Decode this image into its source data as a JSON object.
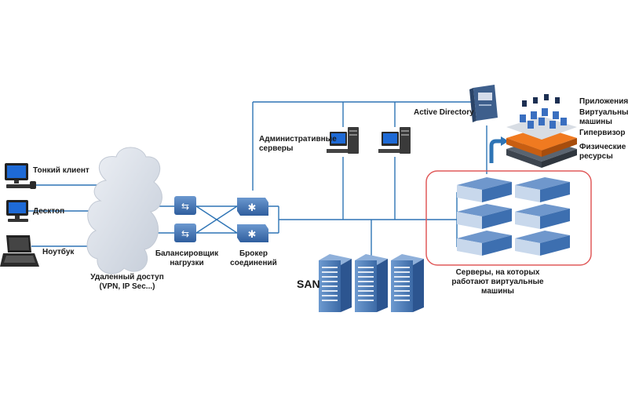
{
  "clients": {
    "thin_client": "Тонкий клиент",
    "desktop": "Десктоп",
    "laptop": "Ноутбук"
  },
  "remote_access": {
    "line1": "Удаленный доступ",
    "line2": "(VPN, IP Sec...)"
  },
  "load_balancer": {
    "line1": "Балансировщик",
    "line2": "нагрузки"
  },
  "broker": {
    "line1": "Брокер",
    "line2": "соединений"
  },
  "admin_servers": {
    "line1": "Административные",
    "line2": "серверы"
  },
  "active_directory": "Active Directory",
  "san": "SAN",
  "vm_servers": {
    "line1": "Серверы, на которых",
    "line2": "работают виртуальные",
    "line3": "машины"
  },
  "hypervisor_stack": {
    "apps": "Приложения",
    "vms_line1": "Виртуальные",
    "vms_line2": "машины",
    "hypervisor": "Гипервизор",
    "phys_line1": "Физические",
    "phys_line2": "ресурсы"
  },
  "colors": {
    "line": "#2e74b5",
    "server_body": "#3d6fb0",
    "server_front": "#c8d8ec",
    "cloud": "#d9dfe8",
    "box_border": "#e05a5a",
    "orange": "#f07a20"
  }
}
